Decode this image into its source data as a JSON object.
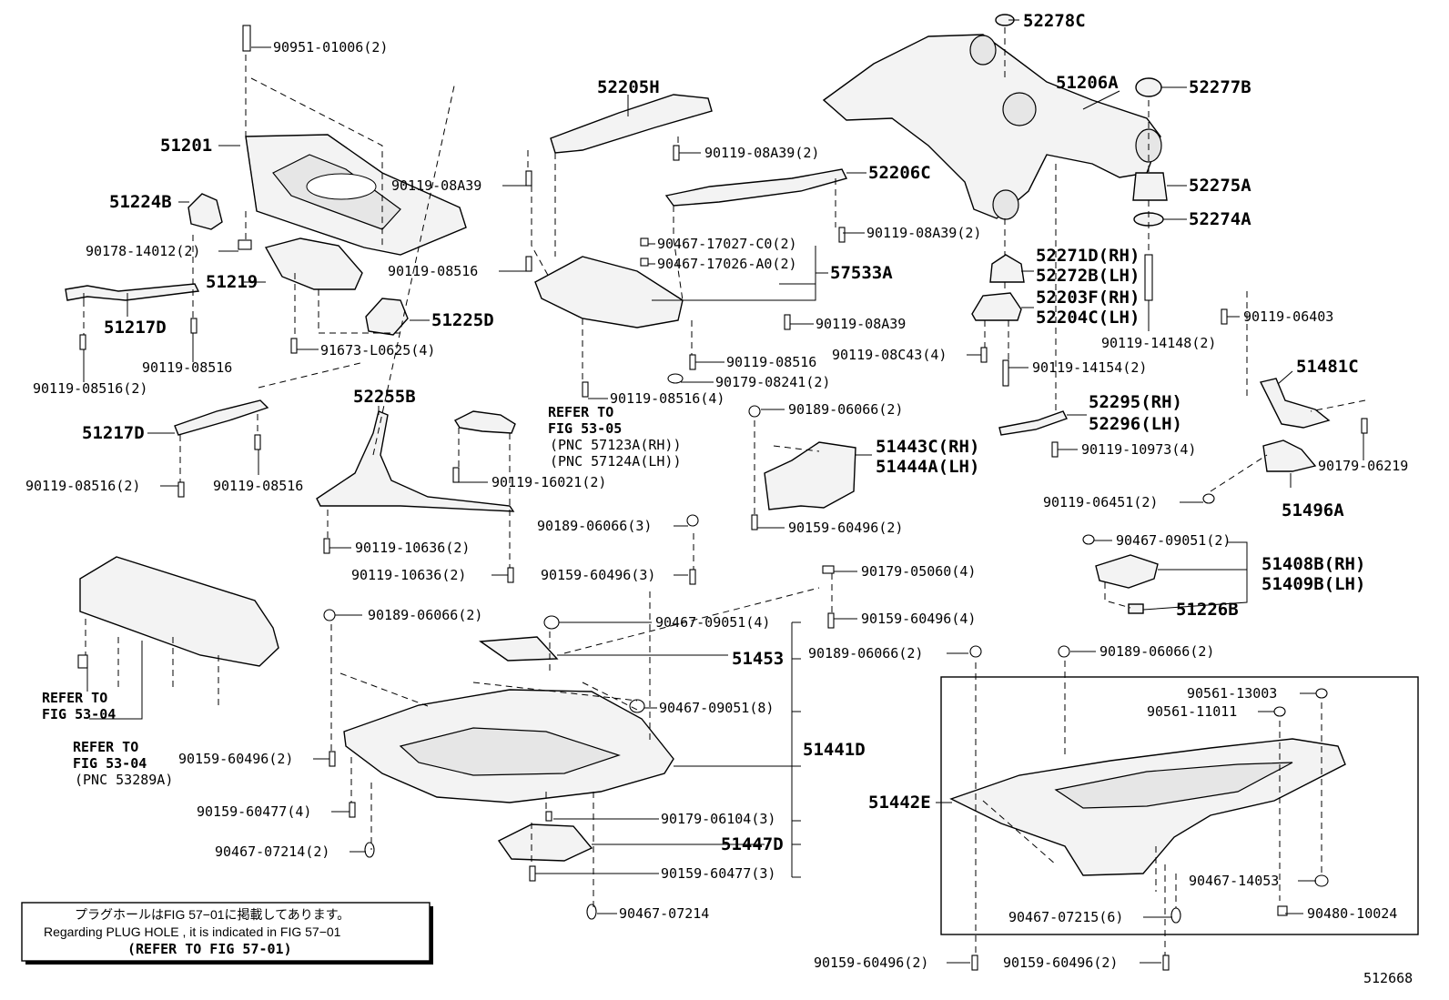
{
  "diagram_id": "512668",
  "note": {
    "line1": "プラグホールはFIG 57−01に掲載してあります。",
    "line2": "Regarding  PLUG  HOLE , it is indicated in FIG  57−01",
    "line3": "(REFER TO FIG 57-01)"
  },
  "refs": {
    "fig5305": [
      "REFER TO",
      "FIG 53-05",
      "(PNC 57123A(RH))",
      "(PNC 57124A(LH))"
    ],
    "fig5304a": [
      "REFER TO",
      "FIG 53-04"
    ],
    "fig5304b": [
      "REFER TO",
      "FIG 53-04",
      "(PNC 53289A)"
    ]
  },
  "labels": {
    "l01": "90951-01006(2)",
    "l02": "51201",
    "l03": "51224B",
    "l04": "90178-14012(2)",
    "l05": "51219",
    "l06": "51217D",
    "l07": "90119-08516",
    "l08": "90119-08516(2)",
    "l09": "51225D",
    "l10": "91673-L0625(4)",
    "l11": "52205H",
    "l12": "90119-08A39(2)",
    "l13": "90119-08A39",
    "l14": "90119-08516",
    "l15": "52206C",
    "l16": "90467-17027-C0(2)",
    "l17": "90467-17026-A0(2)",
    "l18": "57533A",
    "l19": "90119-08A39(2)",
    "l20": "90119-08A39",
    "l21": "90119-08516",
    "l22": "90179-08241(2)",
    "l23": "90119-08516(4)",
    "l24": "52278C",
    "l25": "51206A",
    "l26": "52277B",
    "l27": "52275A",
    "l28": "52274A",
    "l29": "52271D(RH)",
    "l30": "52272B(LH)",
    "l31": "52203F(RH)",
    "l32": "52204C(LH)",
    "l33": "90119-08C43(4)",
    "l34": "90119-14154(2)",
    "l35": "90119-14148(2)",
    "l36": "90119-06403",
    "l37": "51481C",
    "l38": "52295(RH)",
    "l39": "52296(LH)",
    "l40": "90119-10973(4)",
    "l41": "90179-06219",
    "l42": "51496A",
    "l43": "90119-06451(2)",
    "l44": "52255B",
    "l45": "51217D",
    "l46": "90119-08516(2)",
    "l47": "90119-08516",
    "l48": "90119-16021(2)",
    "l49": "90189-06066(2)",
    "l50": "51443C(RH)",
    "l51": "51444A(LH)",
    "l52": "90159-60496(2)",
    "l53": "90119-10636(2)",
    "l54": "90119-10636(2)",
    "l55": "90189-06066(3)",
    "l56": "90159-60496(3)",
    "l57": "90179-05060(4)",
    "l58": "90159-60496(4)",
    "l59": "90467-09051(2)",
    "l60": "51408B(RH)",
    "l61": "51409B(LH)",
    "l62": "51226B",
    "l63": "90189-06066(2)",
    "l64": "90467-09051(4)",
    "l65": "51453",
    "l66": "90189-06066(2)",
    "l67": "90189-06066(2)",
    "l68": "90467-09051(8)",
    "l69": "51441D",
    "l70": "90159-60496(2)",
    "l71": "90159-60477(4)",
    "l72": "90179-06104(3)",
    "l73": "51447D",
    "l74": "90467-07214(2)",
    "l75": "90159-60477(3)",
    "l76": "90467-07214",
    "l77": "90561-13003",
    "l78": "90561-11011",
    "l79": "51442E",
    "l80": "90467-14053",
    "l81": "90467-07215(6)",
    "l82": "90480-10024",
    "l83": "90159-60496(2)",
    "l84": "90159-60496(2)"
  }
}
